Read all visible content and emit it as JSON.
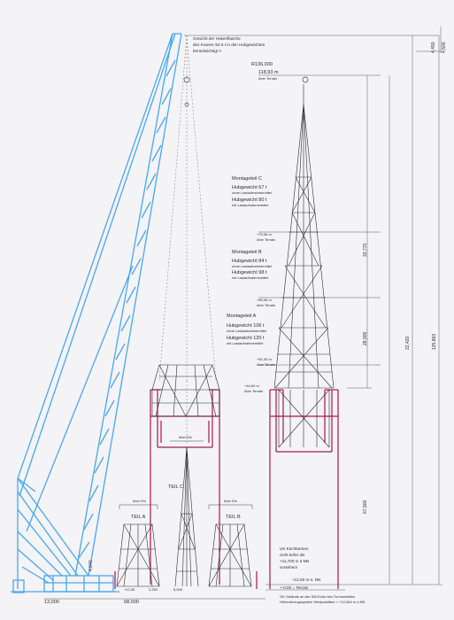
{
  "crane_note": {
    "line1": "Gewicht der Hakenflasche",
    "line2": "des Kranes mit 5 t in den Hubgewichten",
    "line3": "berücksichtigt !!"
  },
  "radius_label": "R136,000",
  "top_level": {
    "value": "118,93 m",
    "sub": "über Terrain"
  },
  "right_dims": [
    "4,450",
    "4,500"
  ],
  "vertical_dims": {
    "spire_c": "33,770",
    "spire_b": "28,905",
    "spire_a": "22,420",
    "total": "125,863",
    "tower": "67,900"
  },
  "sections": [
    {
      "title": "Montageteil C",
      "weight1": "Hubgewicht 67 t",
      "sub1": "ohne Lastaufnahmemittel",
      "weight2": "Hubgewicht 80 t",
      "sub2": "mit Lastaufnahmemittel"
    },
    {
      "title": "Montageteil B",
      "weight1": "Hubgewicht 84 t",
      "sub1": "ohne Lastaufnahmemittel",
      "weight2": "Hubgewicht 98 t",
      "sub2": "mit Lastaufnahmemittel"
    },
    {
      "title": "Montageteil A",
      "weight1": "Hubgewicht 106 t",
      "sub1": "ohne Lastaufnahmemittel",
      "weight2": "Hubgewicht 120 t",
      "sub2": "mit Lastaufnahmemittel"
    }
  ],
  "level_marks": [
    {
      "value": "+79,06 m",
      "sub": "über Terrain"
    },
    {
      "value": "+65,08 m",
      "sub": "über Terrain"
    },
    {
      "value": "+51,05 m",
      "sub": "über Terrain"
    },
    {
      "value": "+44,60 m",
      "sub": "über Terrain"
    }
  ],
  "teil_labels": [
    "TEIL A",
    "TEIL C",
    "TEIL B"
  ],
  "ueber_ein": "über Ein",
  "uk_note": {
    "line1": "UK Kirchtürmen",
    "line2": "nicht tiefer als",
    "line3": "+11,700 m ü NN",
    "line4": "vorsehen!"
  },
  "nn_level": "+12,50 m ü. NN",
  "terrain_level": "+-0,00 = Terrain",
  "ground_dims": [
    "13,000",
    "68,000"
  ],
  "bottom_note": {
    "line1": "OK Gelände an der SW-Ecke des Turmschaftes",
    "line2": "Höhenbezugssystem Westpolsfäne = +12,564 m ü.NN"
  },
  "misc_small": [
    "+12,50",
    "2,250",
    "8,000",
    "4,840"
  ]
}
